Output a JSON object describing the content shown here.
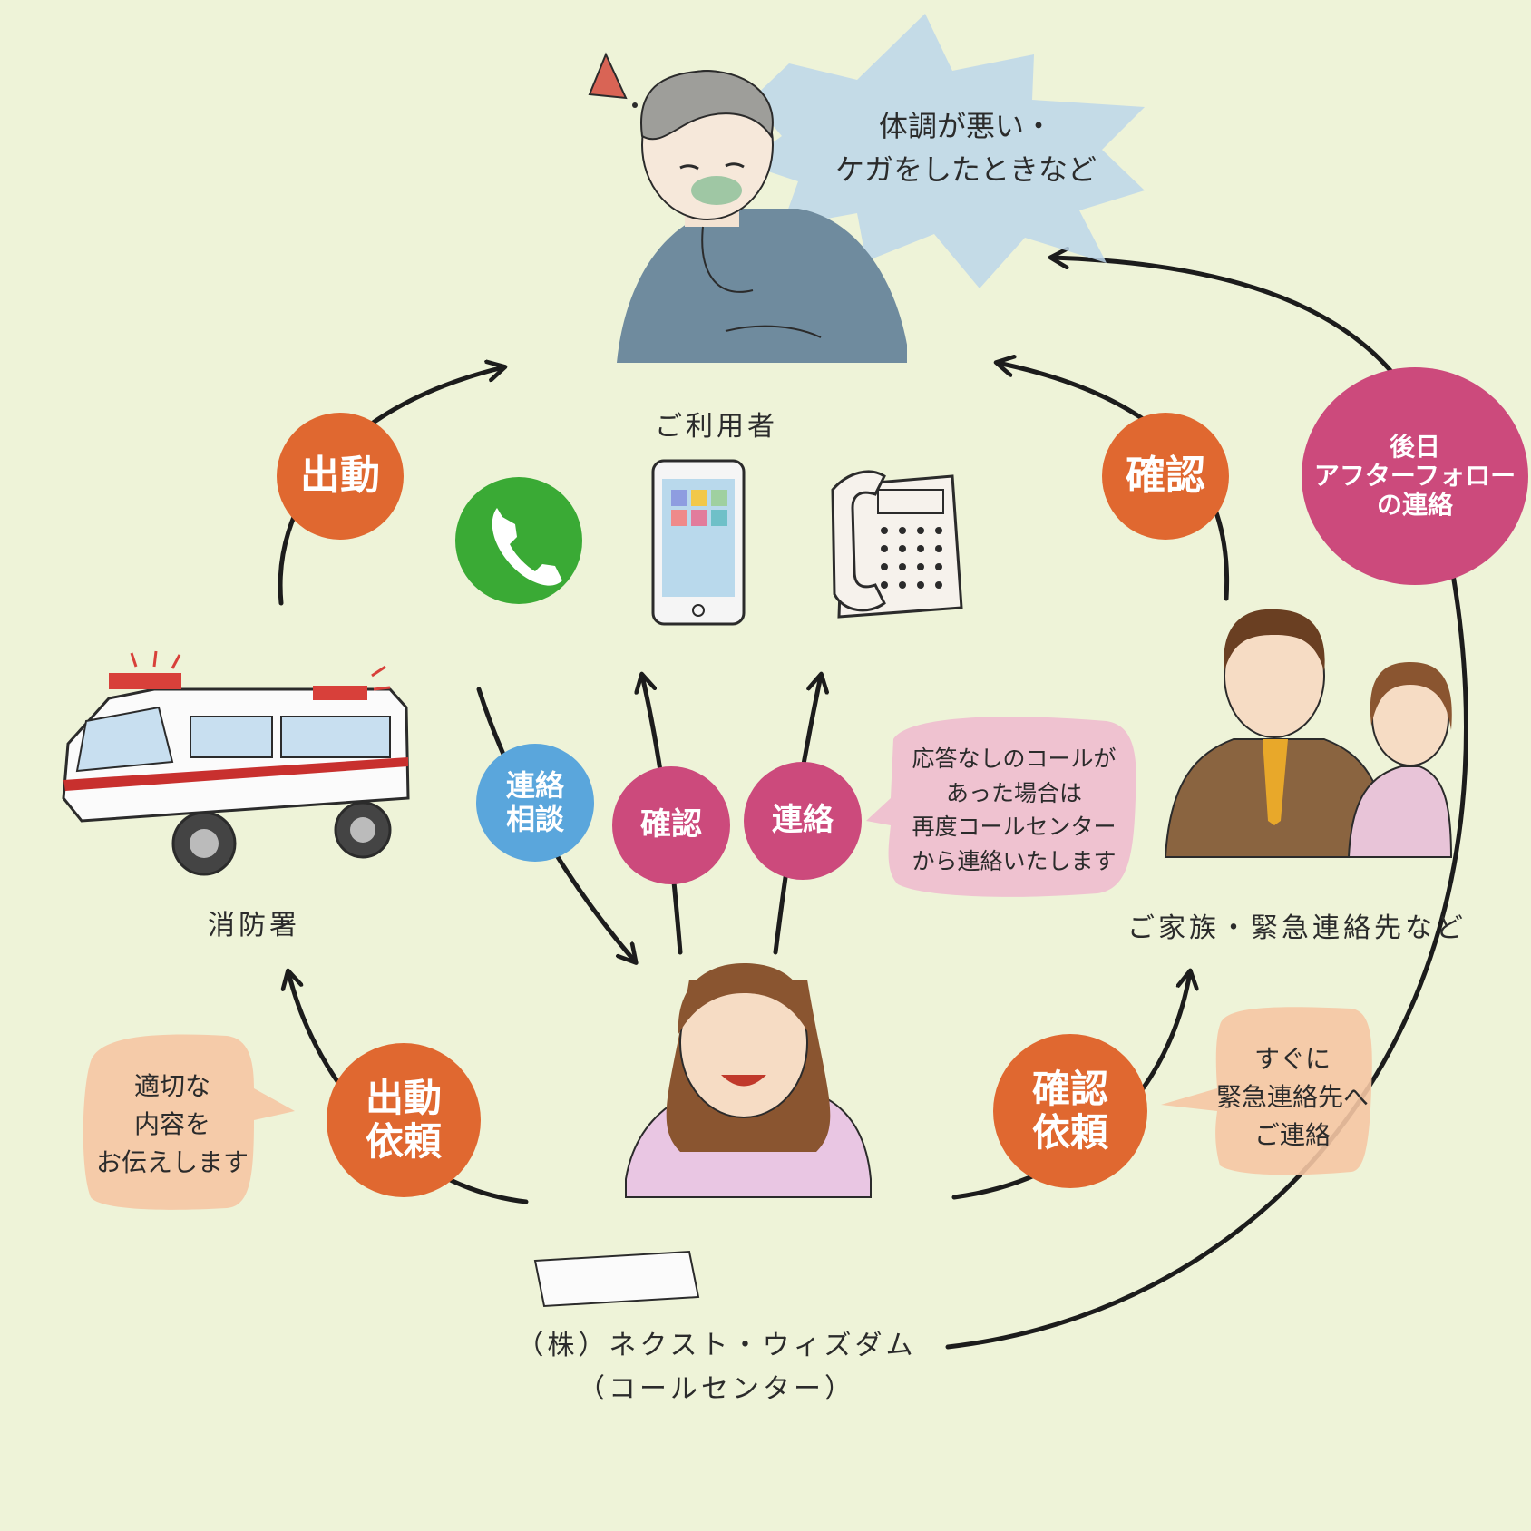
{
  "nodes": {
    "user": "ご利用者",
    "fire_station": "消防署",
    "family": "ご家族・緊急連絡先など",
    "call_center_line1": "（株）ネクスト・ウィズダム",
    "call_center_line2": "（コールセンター）"
  },
  "speech": {
    "symptom": [
      "体調が悪い・",
      "ケガをしたときなど"
    ],
    "no_answer": [
      "応答なしのコールが",
      "あった場合は",
      "再度コールセンター",
      "から連絡いたします"
    ],
    "appropriate": [
      "適切な",
      "内容を",
      "お伝えします"
    ],
    "urgent": [
      "すぐに",
      "緊急連絡先へ",
      "ご連絡"
    ]
  },
  "badges": {
    "dispatch": "出動",
    "confirm_top": "確認",
    "followup": [
      "後日",
      "アフターフォロー",
      "の連絡"
    ],
    "contact_consult": [
      "連絡",
      "相談"
    ],
    "confirm_mid": "確認",
    "contact_mid": "連絡",
    "dispatch_request": [
      "出動",
      "依頼"
    ],
    "confirm_request": [
      "確認",
      "依頼"
    ]
  },
  "colors": {
    "background": "#eef3d8",
    "orange": "#e06830",
    "pink": "#cc4a7c",
    "blue": "#5aa6dc",
    "line_green": "#3aaa35",
    "arrow": "#1c1c1c"
  },
  "icons": [
    "line-phone-icon",
    "smartphone-icon",
    "landline-phone-icon",
    "ambulance-icon",
    "warning-icon"
  ]
}
